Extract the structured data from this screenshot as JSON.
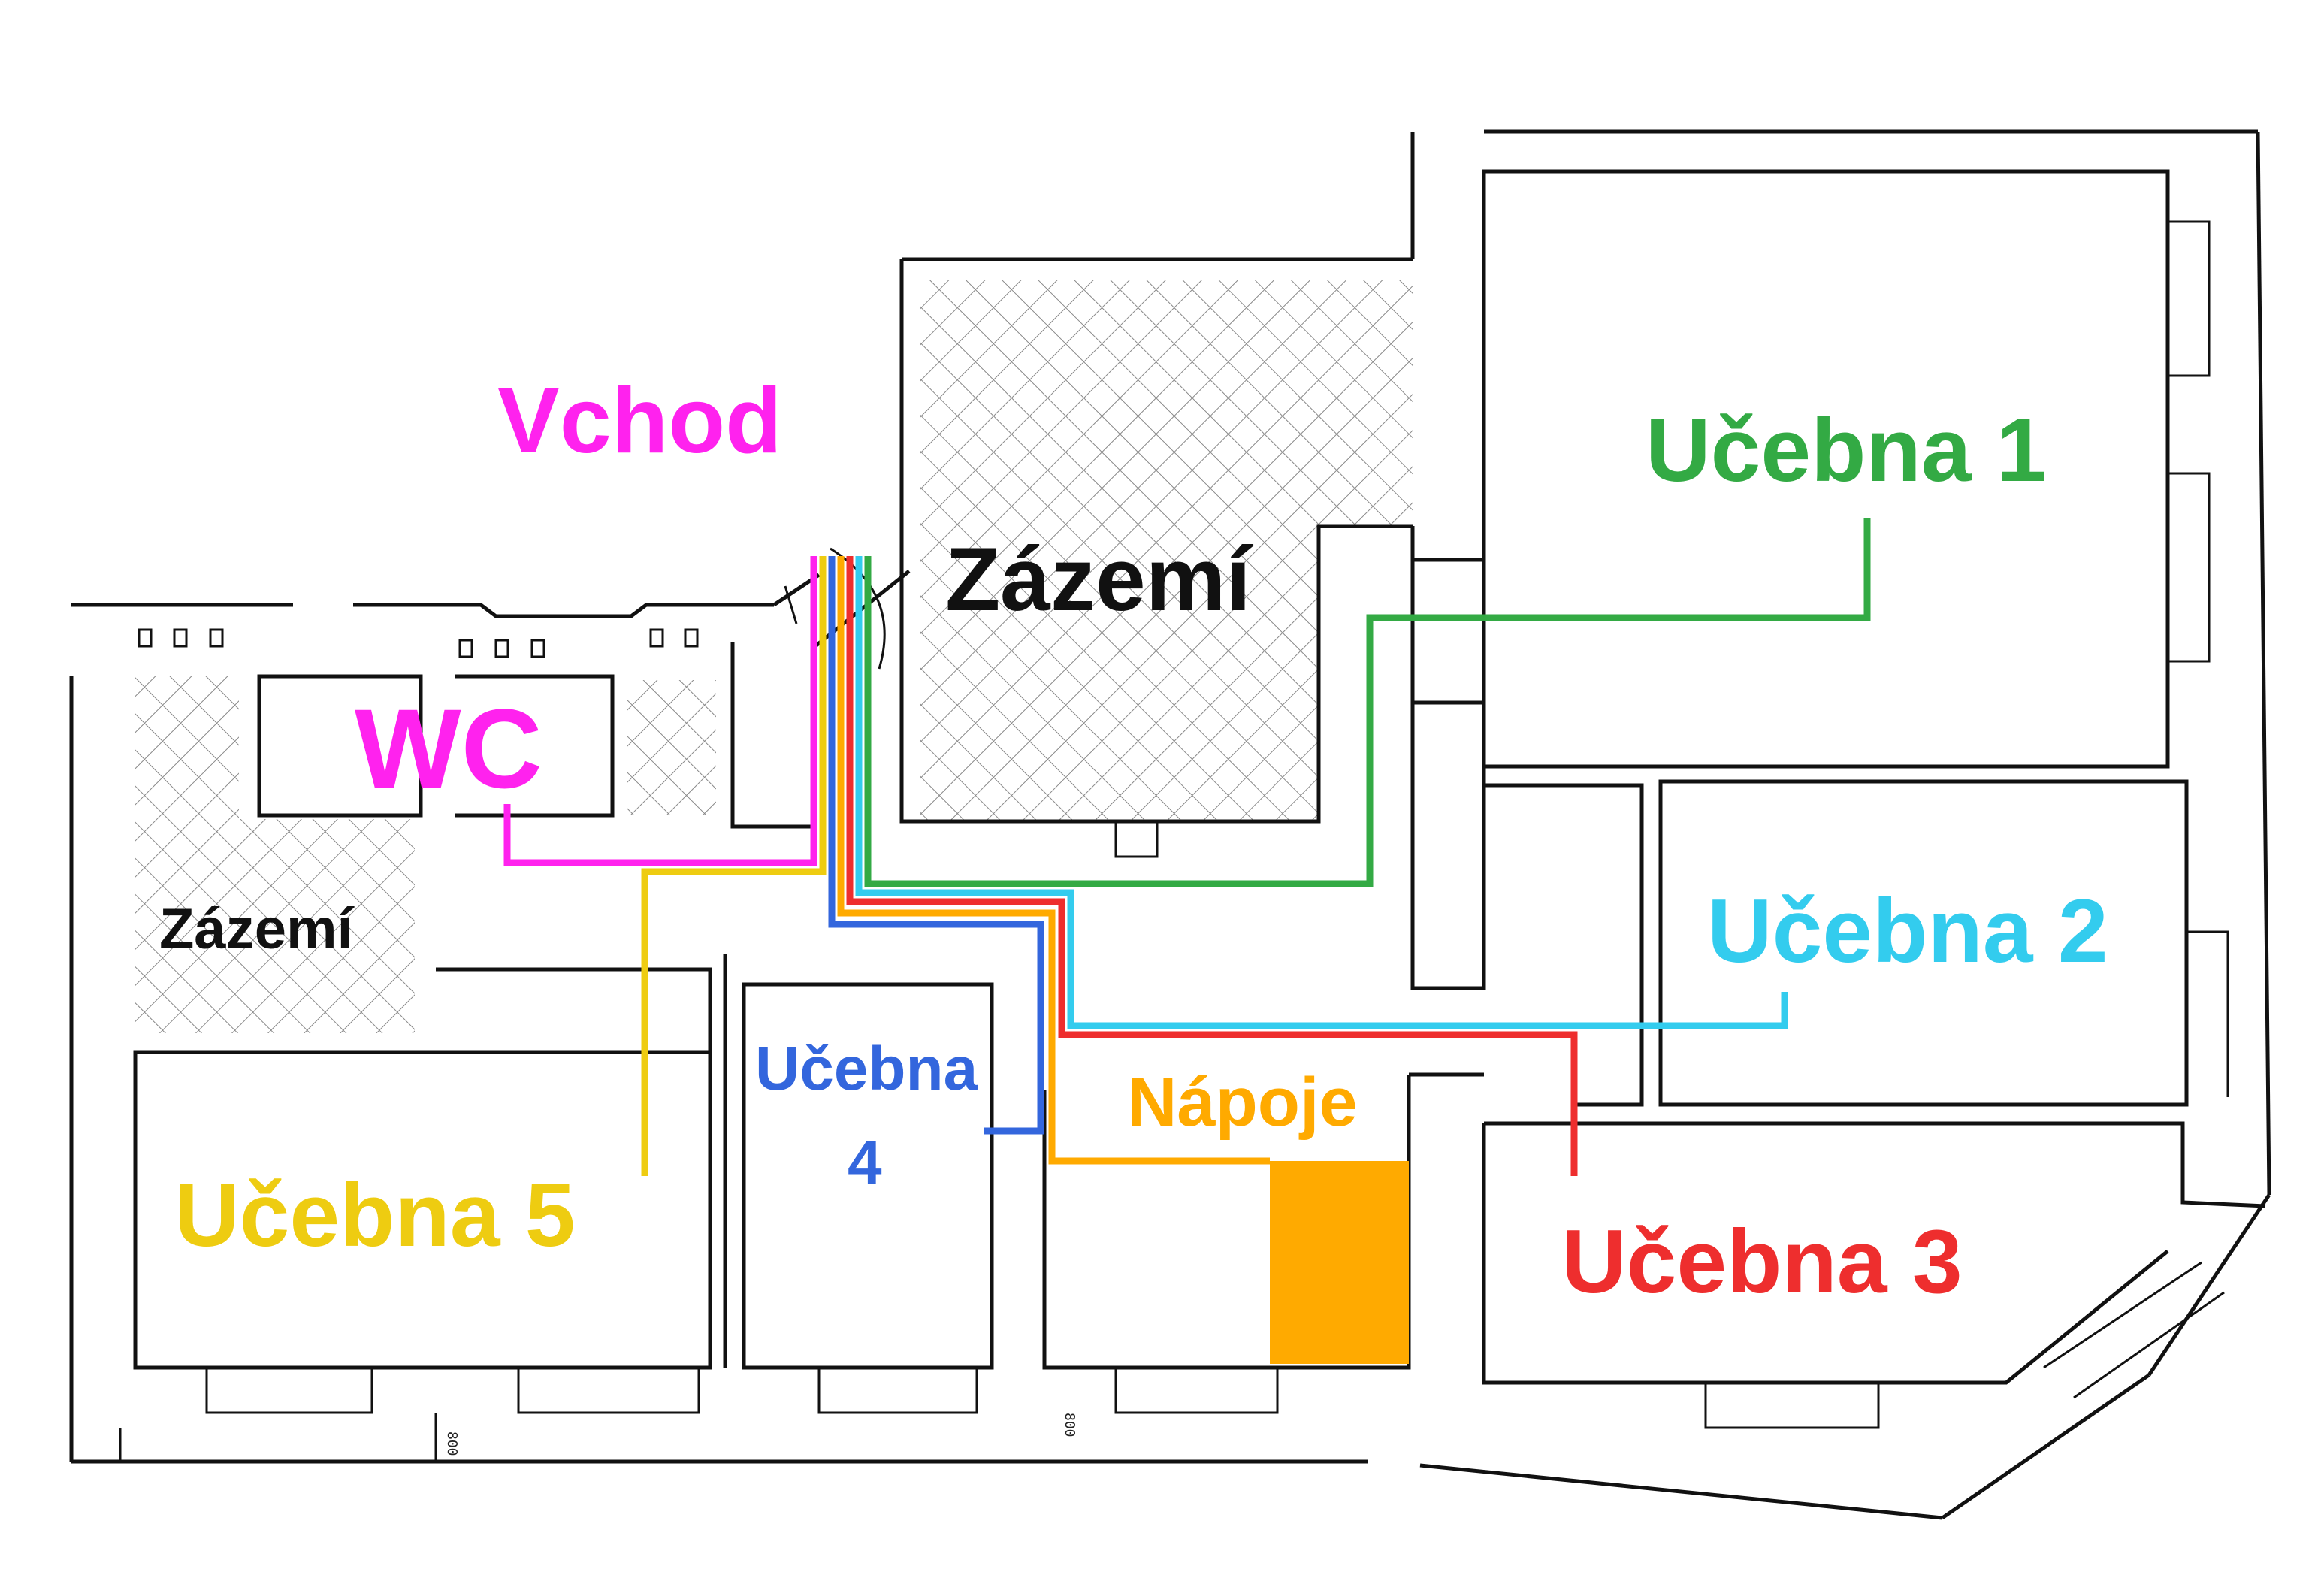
{
  "labels": {
    "vchod": "Vchod",
    "wc": "WC",
    "zazemi_main": "Zázemí",
    "zazemi_small": "Zázemí",
    "ucebna1": "Učebna 1",
    "ucebna2": "Učebna 2",
    "ucebna3": "Učebna 3",
    "ucebna4_line1": "Učebna",
    "ucebna4_line2": "4",
    "ucebna5": "Učebna 5",
    "napoje": "Nápoje",
    "dim_left": "800",
    "dim_right": "800"
  },
  "colors": {
    "vchod": "#ff22ee",
    "wc": "#ff22ee",
    "ucebna1": "#33aa44",
    "ucebna2": "#33ccee",
    "ucebna3": "#ee2e2e",
    "ucebna4": "#3366dd",
    "ucebna5": "#eecc11",
    "napoje": "#ffaa00",
    "walls": "#111111",
    "label_dark": "#111111"
  }
}
